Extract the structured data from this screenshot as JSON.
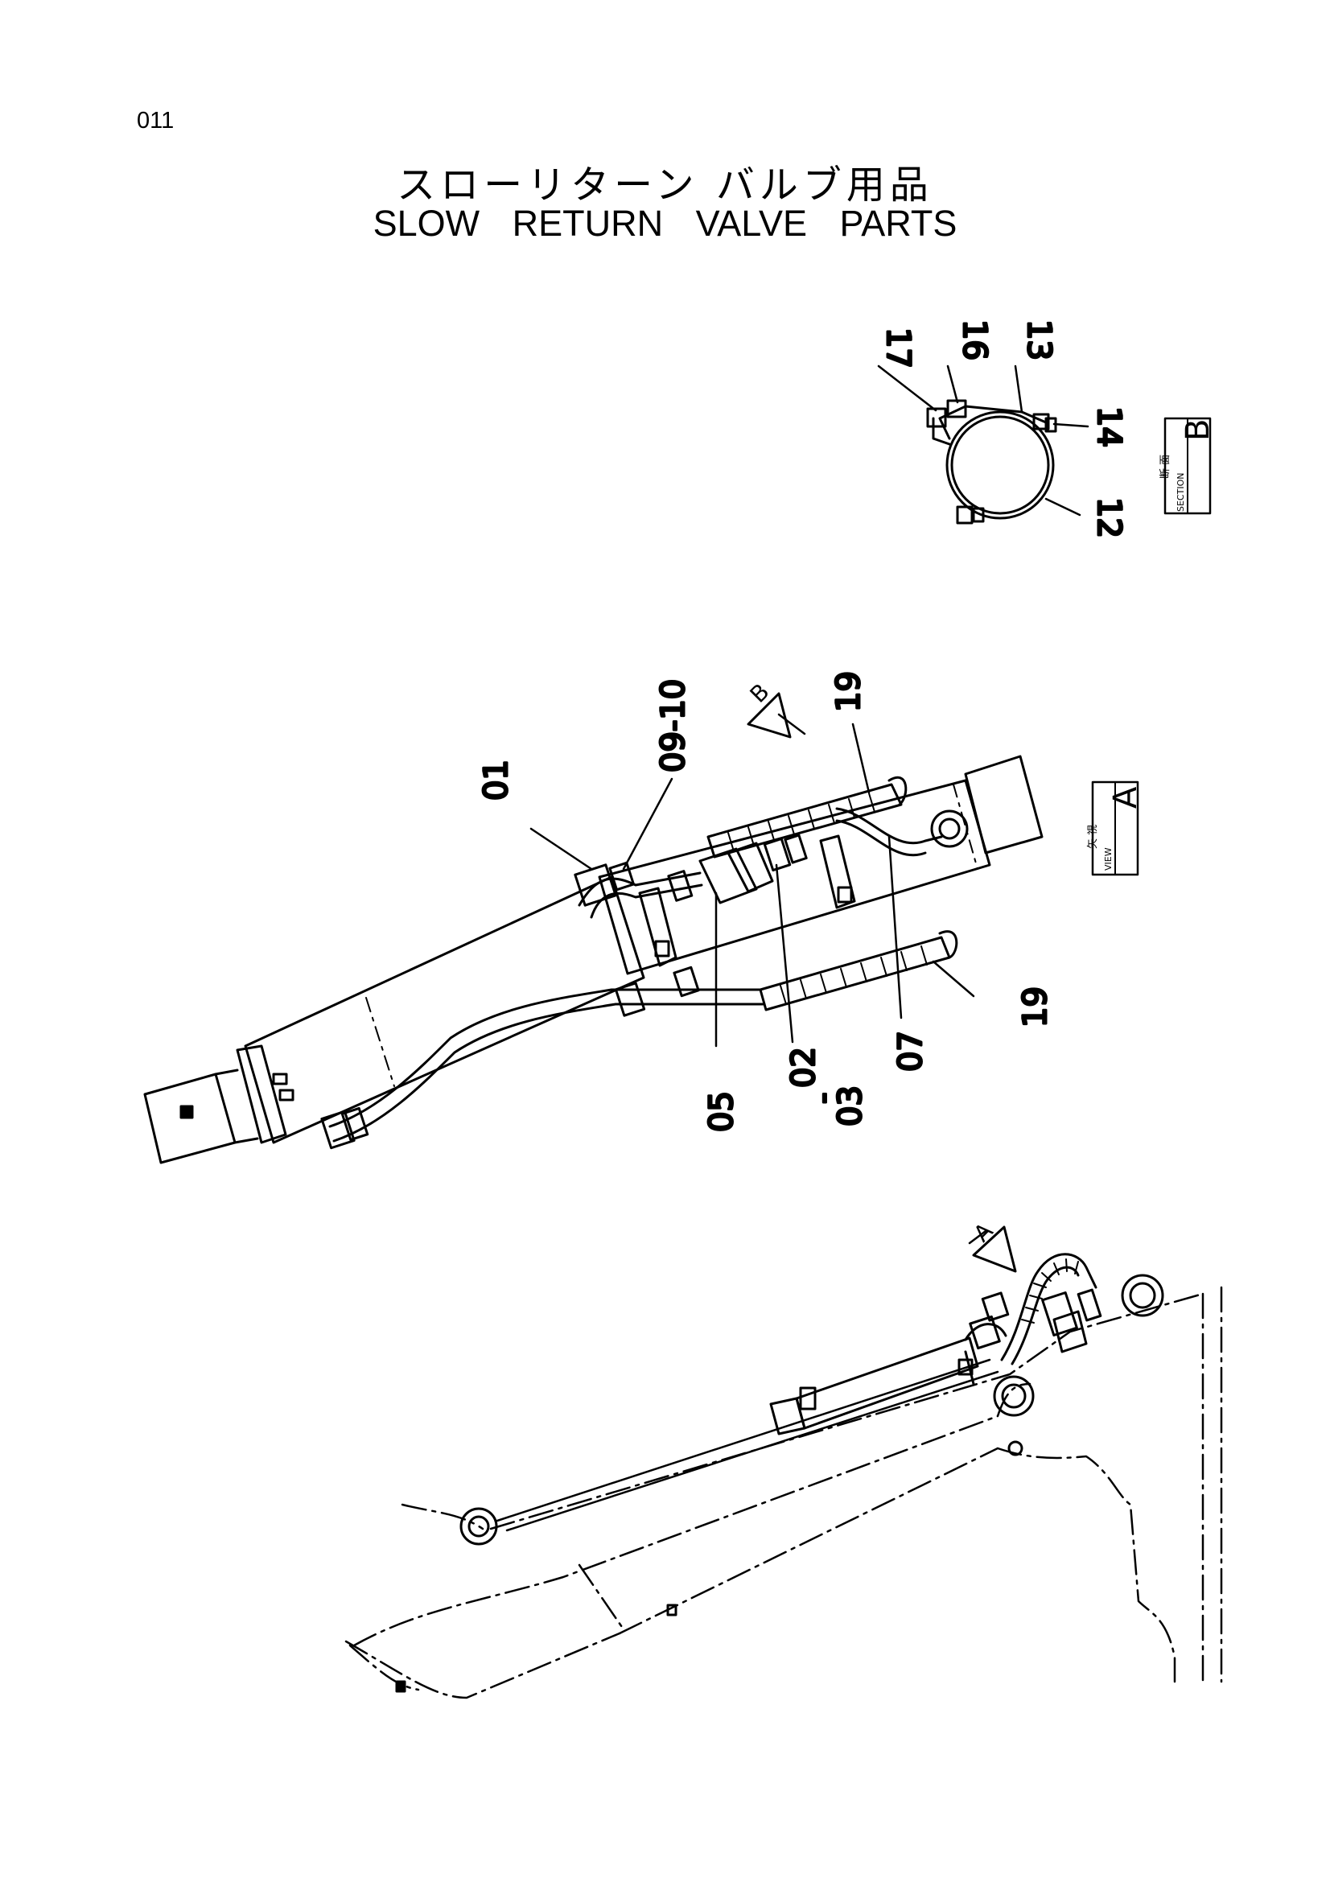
{
  "page": {
    "number": "011"
  },
  "title": {
    "japanese": "スローリターン バルブ用品",
    "english": "SLOW RETURN VALVE PARTS"
  },
  "section_view": {
    "label_jp": "断 面",
    "label_en": "SECTION",
    "letter": "B",
    "callouts": [
      "17",
      "16",
      "13",
      "14",
      "12"
    ]
  },
  "view_a": {
    "label_jp": "矢 視",
    "label_en": "VIEW",
    "letter": "A",
    "callouts": [
      "01",
      "09-10",
      "19",
      "19",
      "07",
      "05",
      "02",
      "-",
      "03"
    ]
  },
  "arrows": {
    "section_marker": "B",
    "view_marker": "A"
  }
}
